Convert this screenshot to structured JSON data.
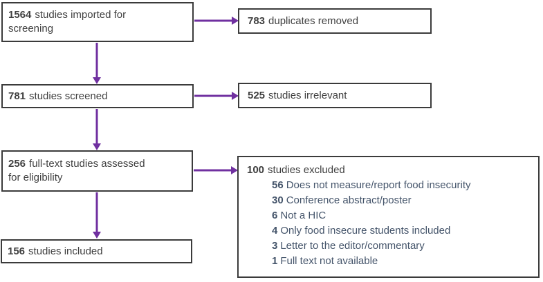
{
  "colors": {
    "arrow": "#7030A0",
    "box_border": "#3b3b3b",
    "box_text": "#404040",
    "exclusion_text": "#44546A",
    "background": "#ffffff"
  },
  "flow": {
    "imported": {
      "number": "1564",
      "text": "studies imported for\nscreening"
    },
    "duplicates": {
      "number": "783",
      "text": "duplicates removed"
    },
    "screened": {
      "number": "781",
      "text": "studies screened"
    },
    "irrelevant": {
      "number": "525",
      "text": "studies irrelevant"
    },
    "fulltext": {
      "number": "256",
      "text": "full-text studies assessed\nfor eligibility"
    },
    "excluded": {
      "number": "100",
      "text": "studies excluded",
      "reasons": [
        {
          "number": "56",
          "label": "Does not measure/report food insecurity"
        },
        {
          "number": "30",
          "label": "Conference abstract/poster"
        },
        {
          "number": "6",
          "label": "Not a HIC"
        },
        {
          "number": "4",
          "label": "Only food insecure students included"
        },
        {
          "number": "3",
          "label": "Letter to the editor/commentary"
        },
        {
          "number": "1",
          "label": "Full text not available"
        }
      ]
    },
    "included": {
      "number": "156",
      "text": "studies included"
    }
  }
}
